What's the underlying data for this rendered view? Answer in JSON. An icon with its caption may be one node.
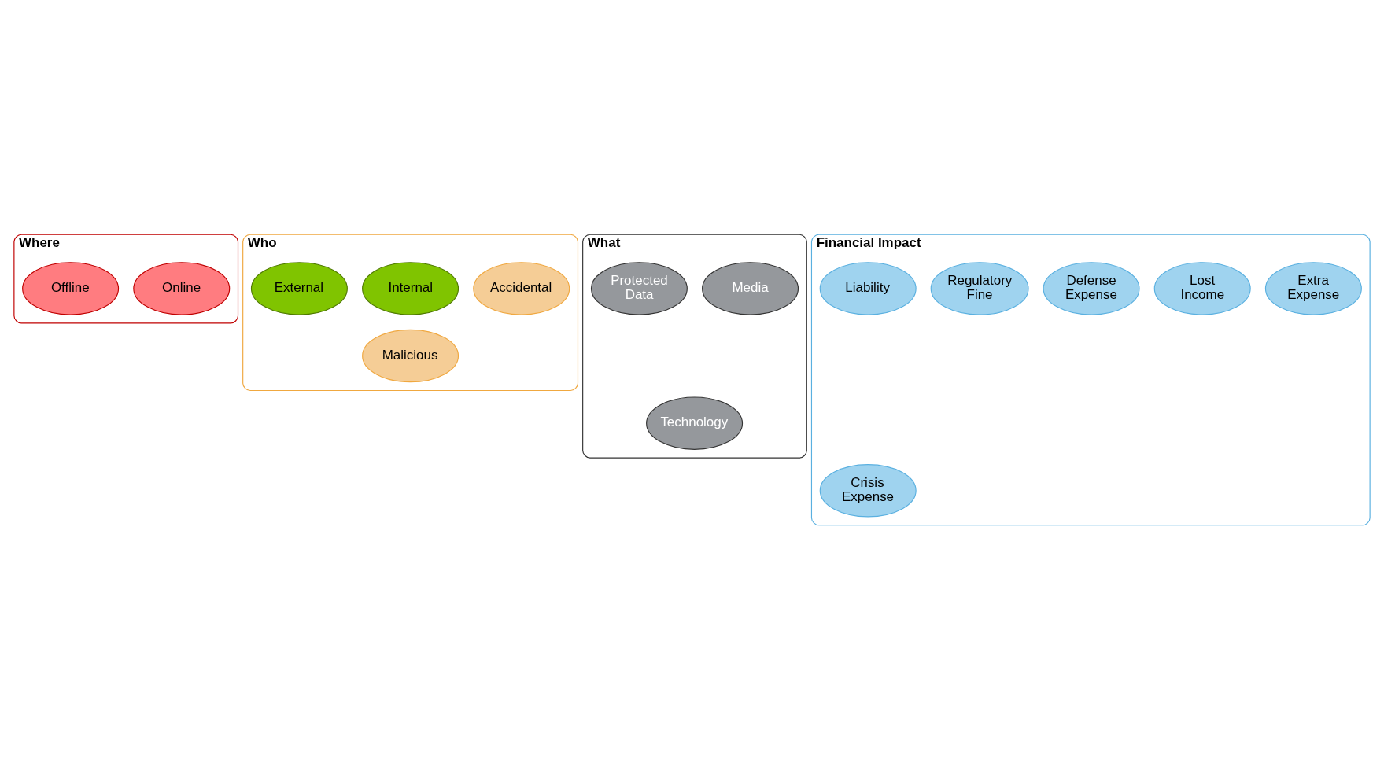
{
  "diagram": {
    "nodes": [
      {
        "text": [
          "Where"
        ]
      },
      {
        "text": [
          "Online"
        ],
        "in": 0
      },
      {
        "text": [
          "Offline"
        ],
        "in": 0
      },
      {
        "text": [
          "Who"
        ]
      },
      {
        "text": [
          "Malicious"
        ],
        "in": 3
      },
      {
        "text": [
          "Accidental"
        ],
        "in": 3
      },
      {
        "text": [
          "Internal"
        ],
        "in": 3
      },
      {
        "text": [
          "External"
        ],
        "in": 3
      },
      {
        "text": [
          "What"
        ]
      },
      {
        "text": [
          "Technology"
        ],
        "in": 8
      },
      {
        "text": [
          "Media"
        ],
        "in": 8
      },
      {
        "text": [
          "Protected Data"
        ],
        "in": 8
      },
      {
        "text": [
          "Financial Impact"
        ]
      },
      {
        "text": [
          "Crisis Expense"
        ],
        "in": 12
      },
      {
        "text": [
          "Extra Expense"
        ],
        "in": 12
      },
      {
        "text": [
          "Lost Income"
        ],
        "in": 12
      },
      {
        "text": [
          "Defense Expense"
        ],
        "in": 12
      },
      {
        "text": [
          "Regulatory Fine"
        ],
        "in": 12
      },
      {
        "text": [
          "Liability"
        ],
        "in": 12
      }
    ]
  }
}
